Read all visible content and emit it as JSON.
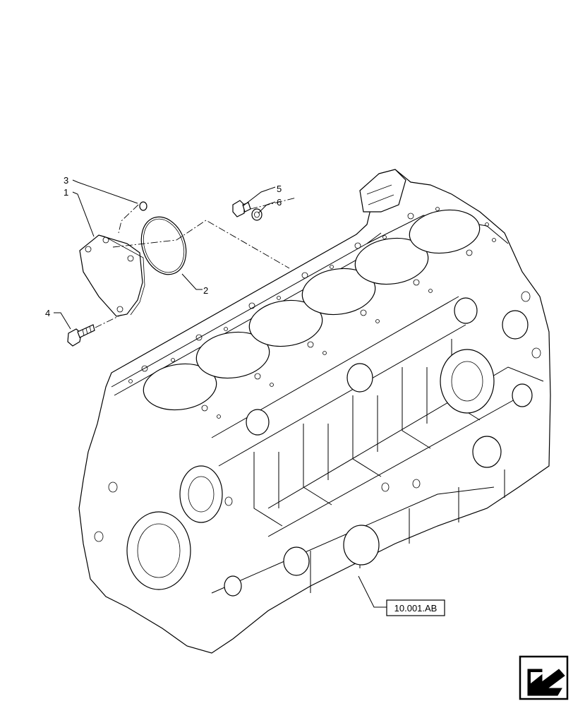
{
  "callouts": [
    {
      "id": "3",
      "text": "3"
    },
    {
      "id": "1",
      "text": "1"
    },
    {
      "id": "5",
      "text": "5"
    },
    {
      "id": "6",
      "text": "6"
    },
    {
      "id": "2",
      "text": "2"
    },
    {
      "id": "4",
      "text": "4"
    }
  ],
  "reference_box": {
    "text": "10.001.AB"
  },
  "nav_icon": "next-page-arrow-icon"
}
